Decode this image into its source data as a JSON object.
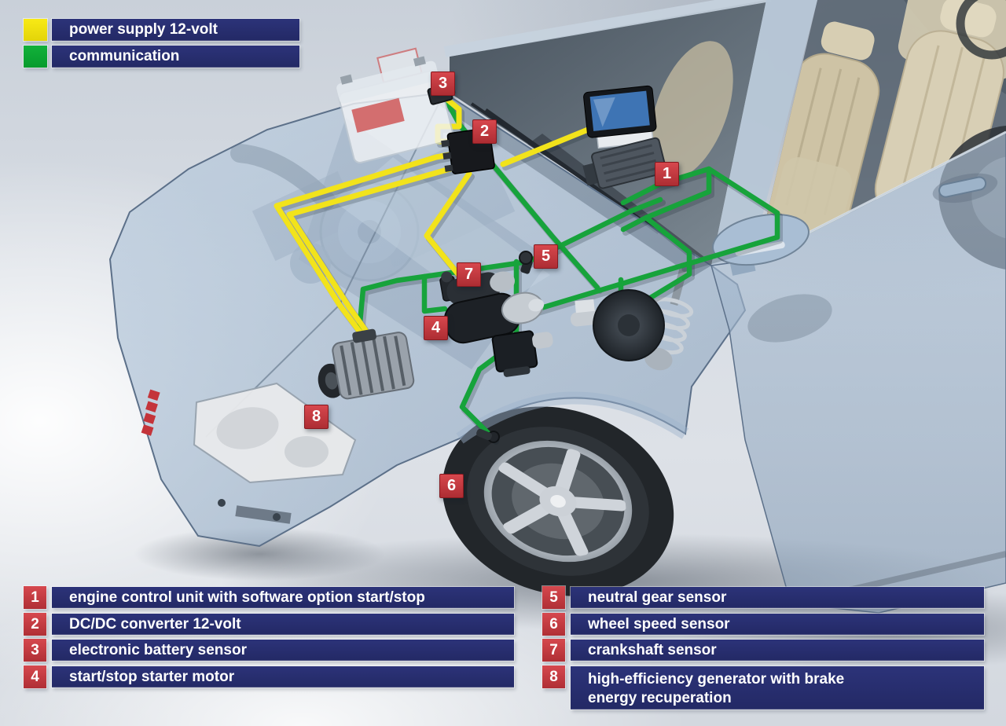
{
  "legend_top": {
    "items": [
      {
        "swatch": "yellow",
        "hex": "#f2e31b",
        "label": "power supply 12-volt"
      },
      {
        "swatch": "green",
        "hex": "#12a53a",
        "label": "communication"
      }
    ]
  },
  "markers": [
    {
      "num": "1"
    },
    {
      "num": "2"
    },
    {
      "num": "3"
    },
    {
      "num": "4"
    },
    {
      "num": "5"
    },
    {
      "num": "6"
    },
    {
      "num": "7"
    },
    {
      "num": "8"
    }
  ],
  "legend_bottom": {
    "left_column": [
      {
        "num": "1",
        "label": "engine control unit with software option start/stop"
      },
      {
        "num": "2",
        "label": "DC/DC converter 12-volt"
      },
      {
        "num": "3",
        "label": "electronic battery sensor"
      },
      {
        "num": "4",
        "label": "start/stop starter motor"
      }
    ],
    "right_column": [
      {
        "num": "5",
        "label": "neutral gear sensor"
      },
      {
        "num": "6",
        "label": "wheel speed sensor"
      },
      {
        "num": "7",
        "label": "crankshaft sensor"
      },
      {
        "num": "8",
        "label": "high-efficiency generator with brake energy recuperation"
      }
    ]
  },
  "colors": {
    "power_wire": "#f2e31b",
    "communication_wire": "#17a33b",
    "marker_red": "#c9363c",
    "legend_bar_navy": "#262d6a"
  }
}
